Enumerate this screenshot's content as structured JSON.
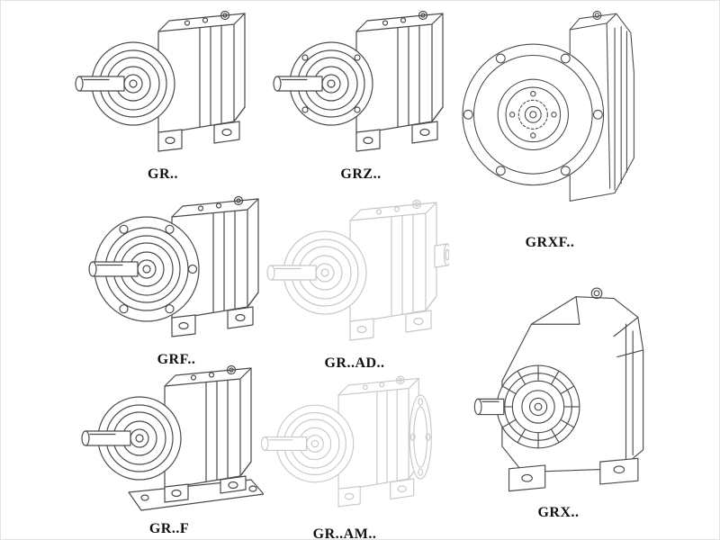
{
  "page": {
    "background": "#ffffff",
    "line_color": "#4a4a4a",
    "ghost_line_color": "#c7c7c7",
    "label_color": "#111111"
  },
  "figures": [
    {
      "name": "gr",
      "label": "GR..",
      "style": "solid",
      "illustration": "helical-gear-reducer-foot-mounted"
    },
    {
      "name": "grz",
      "label": "GRZ..",
      "style": "solid",
      "illustration": "helical-gear-reducer-foot-mounted-bolted-bearing"
    },
    {
      "name": "grxf",
      "label": "GRXF..",
      "style": "solid",
      "illustration": "helical-gear-reducer-large-output-flange"
    },
    {
      "name": "grf",
      "label": "GRF..",
      "style": "solid",
      "illustration": "helical-gear-reducer-flange-mounted"
    },
    {
      "name": "gr-ad",
      "label": "GR..AD..",
      "style": "ghost",
      "illustration": "helical-gear-reducer-input-shaft-adapter"
    },
    {
      "name": "gr-f",
      "label": "GR..F",
      "style": "solid",
      "illustration": "helical-gear-reducer-on-base-plate"
    },
    {
      "name": "gr-am",
      "label": "GR..AM..",
      "style": "ghost",
      "illustration": "helical-gear-reducer-motor-adapter-flange"
    },
    {
      "name": "grx",
      "label": "GRX..",
      "style": "solid",
      "illustration": "helical-gear-reducer-heavy-foot-mounted"
    }
  ]
}
